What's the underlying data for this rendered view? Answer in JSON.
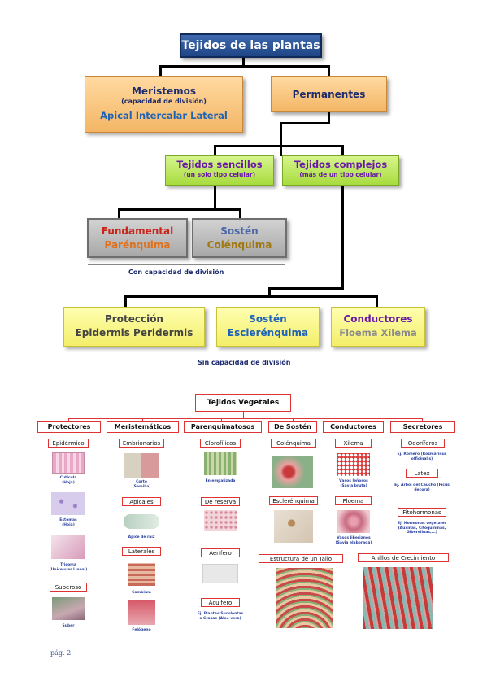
{
  "top": {
    "title": "Tejidos de las plantas",
    "meristemos": {
      "title": "Meristemos",
      "subtitle": "(capacidad de división)",
      "types": "Apical Intercalar Lateral"
    },
    "permanentes": {
      "title": "Permanentes"
    },
    "sencillos": {
      "title": "Tejidos sencillos",
      "subtitle": "(un solo tipo celular)"
    },
    "complejos": {
      "title": "Tejidos complejos",
      "subtitle": "(más de un tipo celular)"
    },
    "fundamental": {
      "title": "Fundamental",
      "sub": "Parénquima"
    },
    "sosten1": {
      "title": "Sostén",
      "sub": "Colénquima"
    },
    "caption_con": "Con capacidad de división",
    "proteccion": {
      "title": "Protección",
      "sub": "Epidermis Peridermis"
    },
    "sosten2": {
      "title": "Sostén",
      "sub": "Esclerénquima"
    },
    "conductores": {
      "title": "Conductores",
      "sub": "Floema Xilema"
    },
    "caption_sin": "Sin capacidad de división",
    "colors": {
      "title_bg": "#2b5598",
      "orange": "#f5c07a",
      "green": "#b9e651",
      "grey": "#b8b8b8",
      "yellow": "#f7f27c"
    }
  },
  "bottom": {
    "title": "Tejidos Vegetales",
    "categories": [
      "Protectores",
      "Meristemáticos",
      "Parenquimatosos",
      "De Sostén",
      "Conductores",
      "Secretores"
    ],
    "protectores": {
      "epidermico": "Epidérmico",
      "cuticula": "Cutícula",
      "cuticula_sub": "(Hoja)",
      "estomas": "Estomas",
      "estomas_sub": "(Hoja)",
      "tricoma": "Tricoma",
      "tricoma_sub": "(Unicelular Lineal)",
      "suberoso": "Suberoso",
      "suber": "Suber"
    },
    "meristematicos": {
      "embrionarios": "Embrionarios",
      "corte": "Corte",
      "corte_sub": "(Semilla)",
      "apicales": "Apicales",
      "apice": "Ápice de raíz",
      "laterales": "Laterales",
      "cambium": "Cambium",
      "felogeno": "Felógeno"
    },
    "parenquimatosos": {
      "clorofilicos": "Clorofílicos",
      "empalizada": "En empalizada",
      "reserva": "De reserva",
      "aerifero": "Aerífero",
      "acuifero": "Acuífero",
      "acuifero_sub": "Ej. Plantas Suculentas o Crasas (Aloe vera)"
    },
    "sosten": {
      "colenquima": "Colénquima",
      "esclerenquima": "Esclerénquima"
    },
    "conductores": {
      "xilema": "Xilema",
      "vasos_lenosos": "Vasos leñosos",
      "vasos_lenosos_sub": "(Savia bruta)",
      "floema": "Floema",
      "vasos_liberianos": "Vasos liberianos",
      "vasos_liberianos_sub": "(Savia elaborada)"
    },
    "secretores": {
      "odoriferos": "Odoríferos",
      "romero": "Ej. Romero (Rosmarinus officinalis)",
      "latex": "Latex",
      "caucho": "Ej. Árbol del Caucho (Ficus decora)",
      "fitohormonas": "Fitohormonas",
      "hormonas": "Ej. Hormonas vegetales (Auxinas, Citoquininas, Giberelinas,...)"
    },
    "estructura_tallo": "Estructura de un Tallo",
    "anillos": "Anillos de Crecimiento"
  },
  "page_label": "pág. 2"
}
